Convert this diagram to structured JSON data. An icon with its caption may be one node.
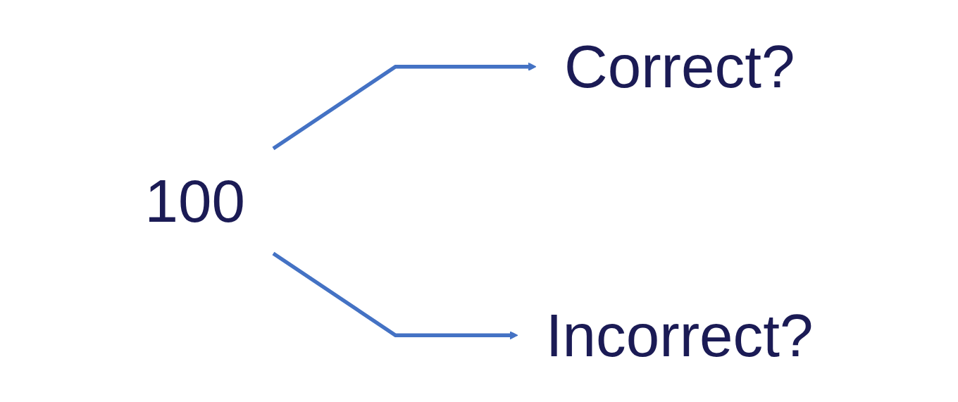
{
  "diagram": {
    "nodes": [
      {
        "text": [
          "100"
        ]
      },
      {
        "text": [
          "Correct?"
        ]
      },
      {
        "text": [
          "Incorrect?"
        ]
      }
    ],
    "edges": [
      {
        "from": 0,
        "to": 1,
        "arrow": "to"
      },
      {
        "from": 0,
        "to": 2,
        "arrow": "to"
      }
    ]
  }
}
